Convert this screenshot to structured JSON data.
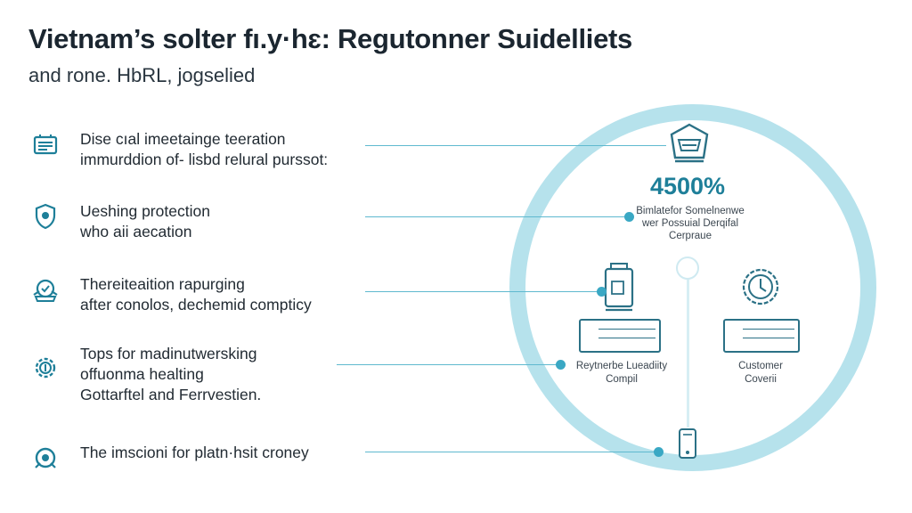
{
  "header": {
    "title": "Vietnam’s solter fı.y·hɛ: Regutonner Suidelliets",
    "subtitle": "and rone. HbRL, jogselied"
  },
  "items": [
    {
      "icon": "dashboard-icon",
      "lines": [
        "Dise cıal imeetainge teeration",
        "immurddion of- lisbd relural purssot:"
      ]
    },
    {
      "icon": "shield-icon",
      "lines": [
        "Ueshing protection",
        "who aii aecation"
      ]
    },
    {
      "icon": "award-badge-icon",
      "lines": [
        "Thereiteaition rapurging",
        "after conolos, dechemid compticy"
      ]
    },
    {
      "icon": "gear-icon",
      "lines": [
        "Tops for madinutwersking",
        "offuonma healting",
        "Gottarftel and Ferrvestien."
      ]
    },
    {
      "icon": "target-icon",
      "lines": [
        "The imscioni for platn·hsit croney"
      ]
    }
  ],
  "diagram": {
    "stat_value": "4500%",
    "stat_caption": [
      "Bimlatefor Somelnenwe",
      "wer Possuial Derqifal",
      "Cerpraue"
    ],
    "left_node_label": [
      "Reytnerbe Lueadiity",
      "Compil"
    ],
    "right_node_label": [
      "Customer",
      "Coverii"
    ]
  },
  "colors": {
    "accent": "#1e7f99",
    "ring": "#b6e2ec",
    "connector": "#5fb9cf"
  }
}
